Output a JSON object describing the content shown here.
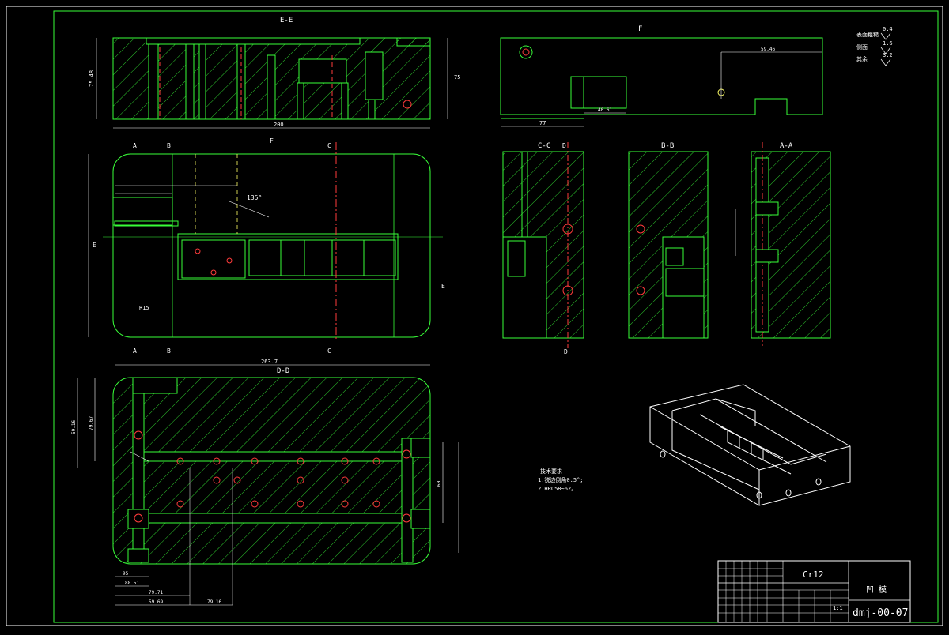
{
  "colors": {
    "background": "#000000",
    "outline": "#39ff39",
    "white": "#ffffff",
    "red": "#ff3b3b",
    "yellow": "#ffff66"
  },
  "sections": {
    "ee": "E-E",
    "f": "F",
    "cc": "C-C",
    "bb": "B-B",
    "aa": "A-A",
    "dd": "D-D"
  },
  "cut_letters": {
    "a": "A",
    "b": "B",
    "c": "C",
    "d": "D",
    "e": "E",
    "f": "F"
  },
  "dimensions": {
    "ee_height": "75.48",
    "ee_right": "75",
    "ee_bottom": "200",
    "angle": "135°",
    "r15": "R15",
    "f_width": "77",
    "f_a": "40.61",
    "f_b": "59.46",
    "dd_top": "263.7",
    "dd_left1": "59.16",
    "dd_left2": "79.67",
    "dd_bottom1": "88.51",
    "dd_bottom2": "79.71",
    "dd_bottom3": "59.69",
    "dd_bottom4": "79.16",
    "dd_right": "95",
    "dd_right2": "60"
  },
  "roughness": [
    {
      "label": "表面粗糙",
      "value": "0.4"
    },
    {
      "label": "侧面",
      "value": "1.6"
    },
    {
      "label": "其余",
      "value": "3.2"
    }
  ],
  "notes": {
    "title": "技术要求",
    "line1": "1.锐边倒角0.5°;",
    "line2": "2.HRC58~62。"
  },
  "title_block": {
    "material": "Cr12",
    "part_name": "凹  模",
    "drawing_no": "dmj-00-07",
    "scale": "1:1"
  }
}
